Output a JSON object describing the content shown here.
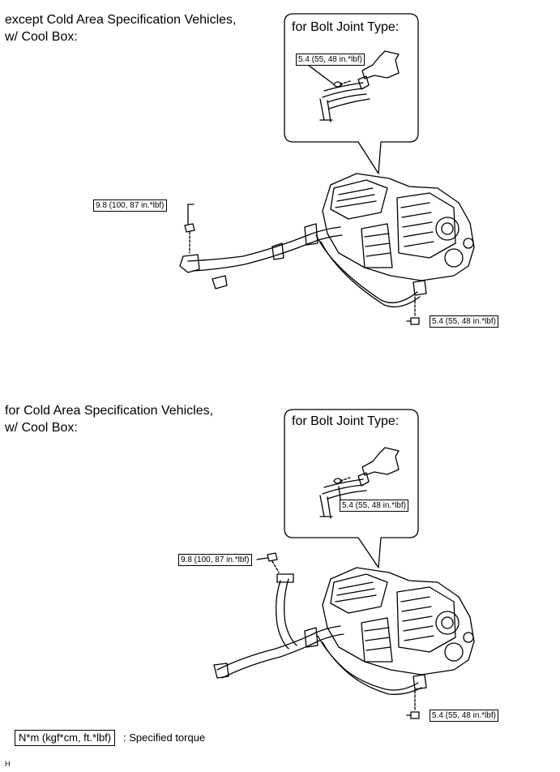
{
  "section1": {
    "heading": "except Cold Area Specification Vehicles,\nw/ Cool Box:",
    "callout_title": "for Bolt Joint Type:",
    "torque_callout": "5.4 (55, 48 in.*lbf)",
    "torque_left": "9.8 (100, 87 in.*lbf)",
    "torque_bottom": "5.4 (55, 48 in.*lbf)"
  },
  "section2": {
    "heading": "for Cold Area Specification Vehicles,\nw/ Cool Box:",
    "callout_title": "for Bolt Joint Type:",
    "torque_callout": "5.4 (55, 48 in.*lbf)",
    "torque_left": "9.8 (100, 87 in.*lbf)",
    "torque_bottom": "5.4 (55, 48 in.*lbf)"
  },
  "legend": {
    "unit_box": "N*m (kgf*cm, ft.*lbf)",
    "description": ": Specified torque"
  },
  "footer_code": "H"
}
